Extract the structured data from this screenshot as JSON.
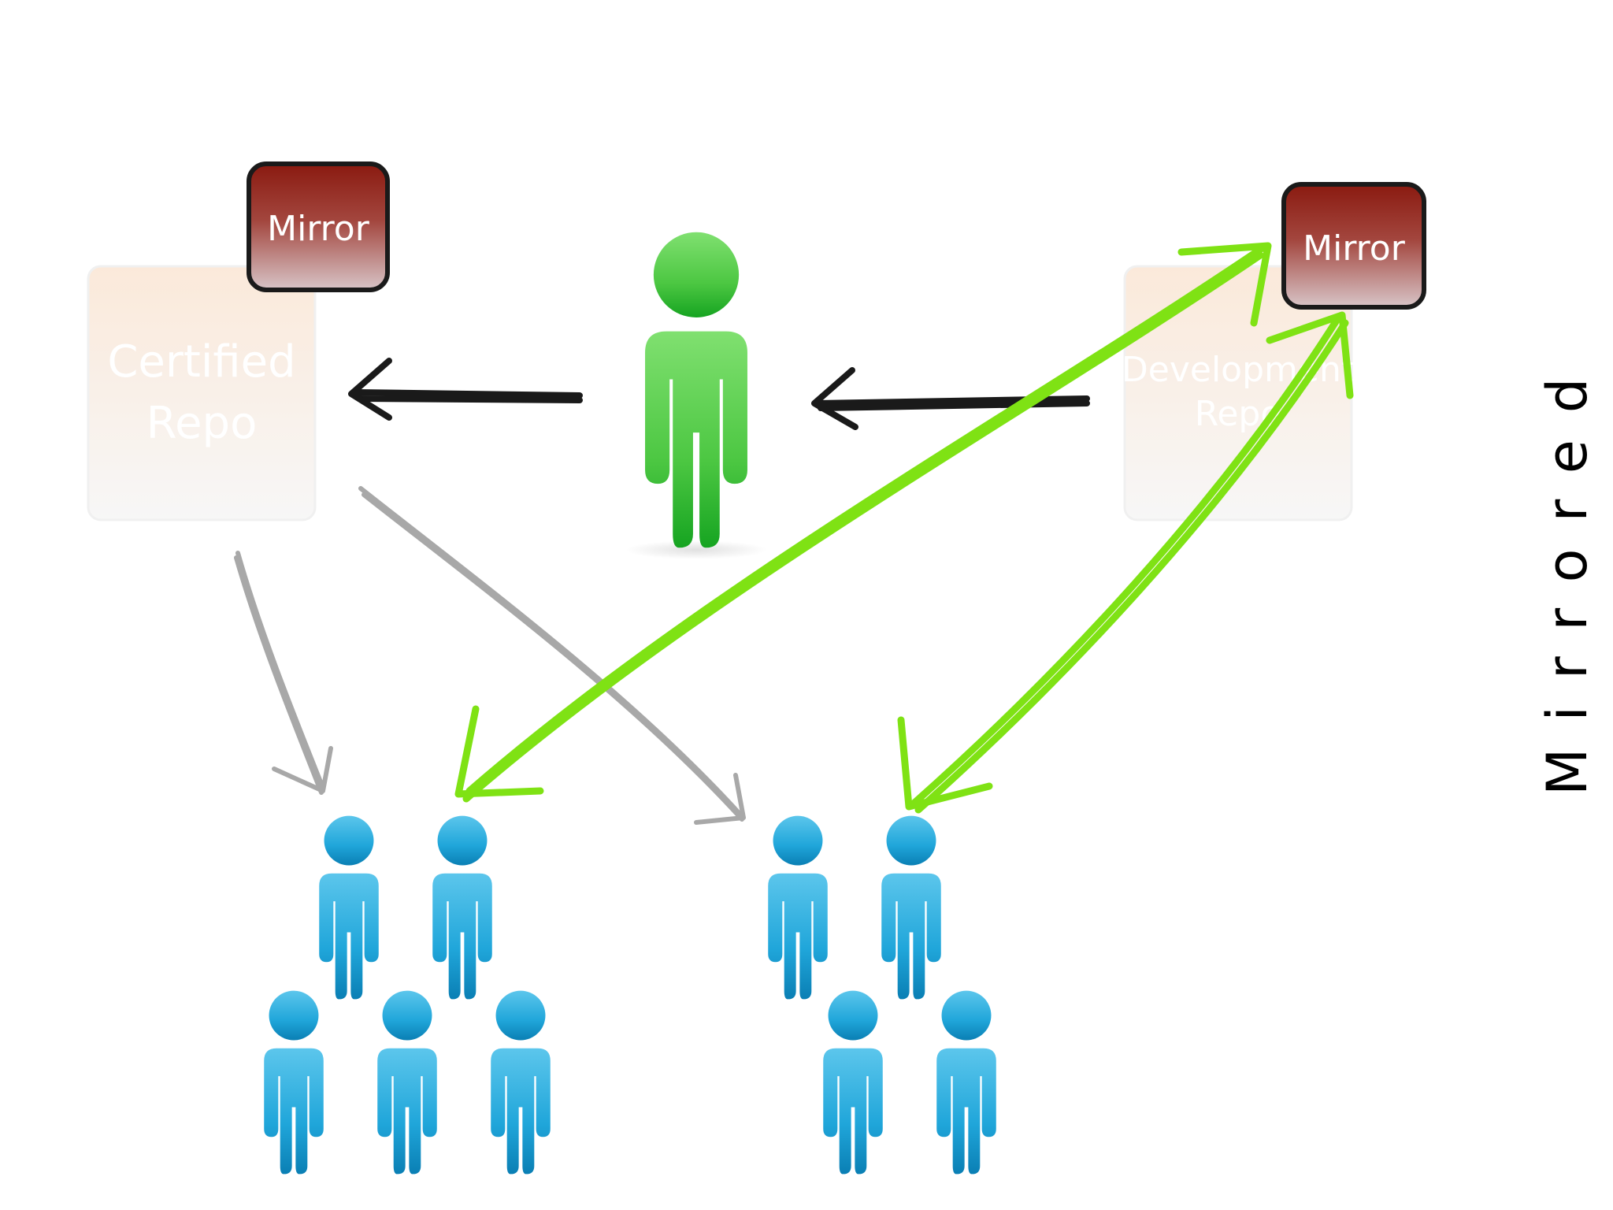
{
  "slide": {
    "side_title": "Mirrored"
  },
  "repos": {
    "certified": {
      "label_line1": "Certified",
      "label_line2": "Repo",
      "mirror_label": "Mirror"
    },
    "development": {
      "label_line1": "Development",
      "label_line2": "Repo",
      "mirror_label": "Mirror"
    }
  },
  "icons": {
    "central_person": "person-icon",
    "team_member": "person-icon"
  },
  "colors": {
    "arrow_black": "#1a1a1a",
    "arrow_grey": "#9a9a9a",
    "arrow_green": "#7fe214",
    "person_green": "#55c94c",
    "person_blue": "#1ea6d8",
    "mirror_red": "#8c1a12",
    "repo_tint": "#fbe9da"
  }
}
